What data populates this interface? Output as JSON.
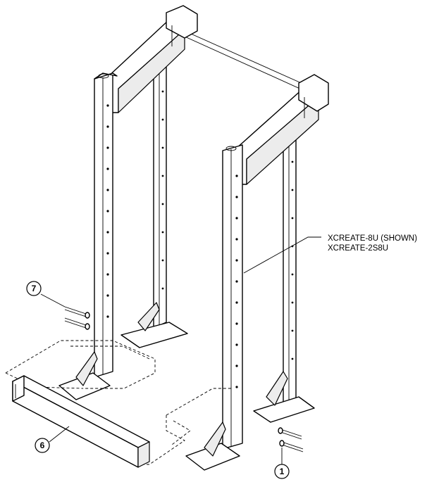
{
  "callouts": {
    "model_line_1": "XCREATE-8U (SHOWN)",
    "model_line_2": "XCREATE-2S8U"
  },
  "balloons": {
    "hardware_bolt_front": "1",
    "base_rail": "6",
    "hardware_bolt_rear": "7"
  }
}
